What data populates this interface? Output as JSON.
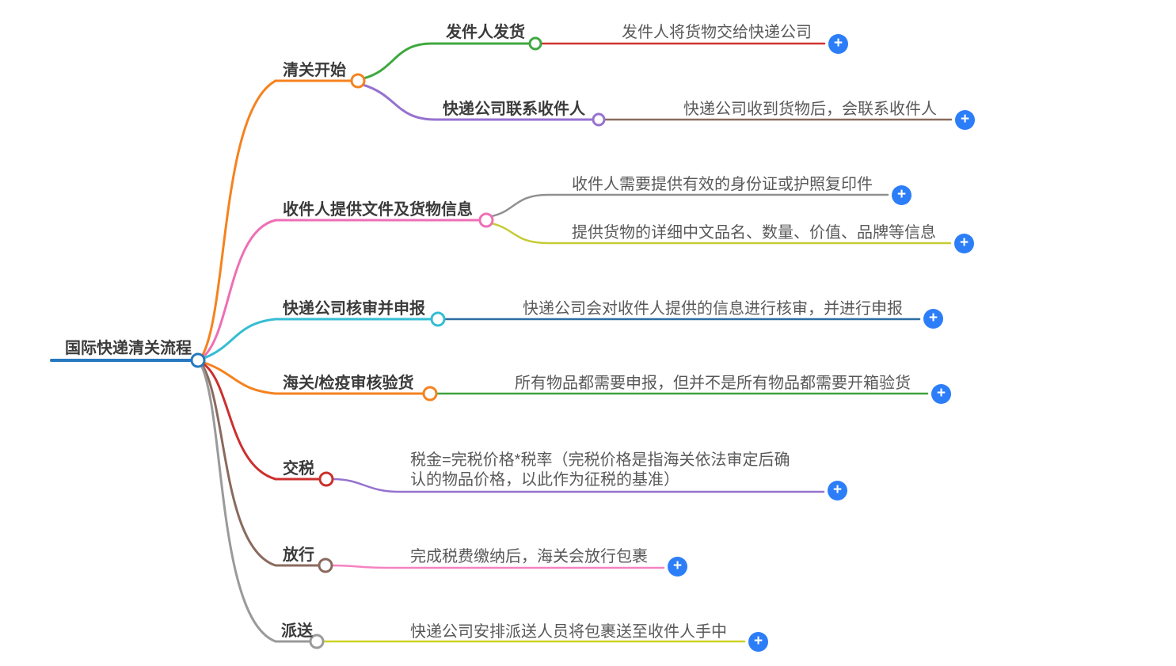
{
  "root": {
    "label": "国际快递清关流程",
    "color": "#2678BF"
  },
  "plus_button": {
    "glyph": "+",
    "color": "#2C7EF8"
  },
  "branches": [
    {
      "label": "清关开始",
      "color": "#F5821F",
      "children": [
        {
          "label": "发件人发货",
          "color": "#3FA83F",
          "leaf": {
            "text": "发件人将货物交给快递公司",
            "color": "#D03330"
          }
        },
        {
          "label": "快递公司联系收件人",
          "color": "#9672CF",
          "leaf": {
            "text": "快递公司收到货物后，会联系收件人",
            "color": "#8A6A5E"
          }
        }
      ]
    },
    {
      "label": "收件人提供文件及货物信息",
      "color": "#EE6FB5",
      "leaves": [
        {
          "text": "收件人需要提供有效的身份证或护照复印件",
          "color": "#909090"
        },
        {
          "text": "提供货物的详细中文品名、数量、价值、品牌等信息",
          "color": "#C5CC35"
        }
      ]
    },
    {
      "label": "快递公司核审并申报",
      "color": "#35BDD3",
      "leaf": {
        "text": "快递公司会对收件人提供的信息进行核审，并进行申报",
        "color": "#2E6DA4"
      }
    },
    {
      "label": "海关/检疫审核验货",
      "color": "#F5821F",
      "leaf": {
        "text": "所有物品都需要申报，但并不是所有物品都需要开箱验货",
        "color": "#3CA23C"
      }
    },
    {
      "label": "交税",
      "color": "#CC2F2E",
      "leaf": {
        "line1": "税金=完税价格*税率（完税价格是指海关依法审定后确",
        "line2": "认的物品价格，以此作为征税的基准）",
        "color": "#9672CF"
      }
    },
    {
      "label": "放行",
      "color": "#8A6A5E",
      "leaf": {
        "text": "完成税费缴纳后，海关会放行包裹",
        "color": "#F583C0"
      }
    },
    {
      "label": "派送",
      "color": "#9A9A9A",
      "leaf": {
        "text": "快递公司安排派送人员将包裹送至收件人手中",
        "color": "#CDD123"
      }
    }
  ]
}
